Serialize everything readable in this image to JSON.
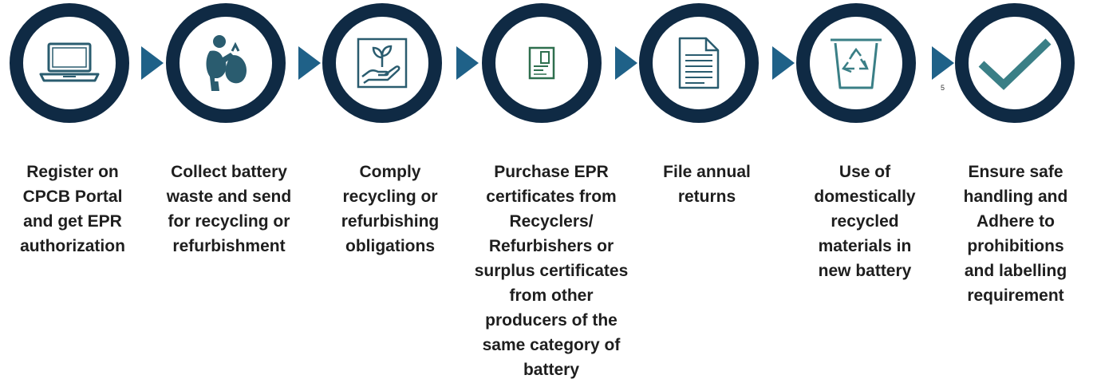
{
  "steps": [
    {
      "label": "Register on\nCPCB Portal\nand get EPR\nauthorization",
      "icon": "laptop-icon"
    },
    {
      "label": "Collect battery\nwaste and send\nfor recycling or\nrefurbishment",
      "icon": "person-with-bag-icon"
    },
    {
      "label": "Comply\nrecycling or\nrefurbishing\nobligations",
      "icon": "hand-with-plant-icon"
    },
    {
      "label": "Purchase EPR\ncertificates from\nRecyclers/\nRefurbishers or\nsurplus certificates\nfrom other\nproducers of the\nsame category of\nbattery",
      "icon": "certificate-icon"
    },
    {
      "label": "File annual\nreturns",
      "icon": "document-icon"
    },
    {
      "label": "Use of\ndomestically\nrecycled\nmaterials in\nnew battery",
      "icon": "recycle-bin-icon"
    },
    {
      "label": "Ensure safe\nhandling and\nAdhere to\nprohibitions\nand labelling\nrequirement",
      "icon": "checkmark-icon"
    }
  ],
  "footnote": "5",
  "colors": {
    "ring": "#0f2a44",
    "arrow": "#1f6188",
    "icon": "#2a5c6f",
    "icon_green": "#2e6f4e",
    "text": "#1e1e1e"
  }
}
